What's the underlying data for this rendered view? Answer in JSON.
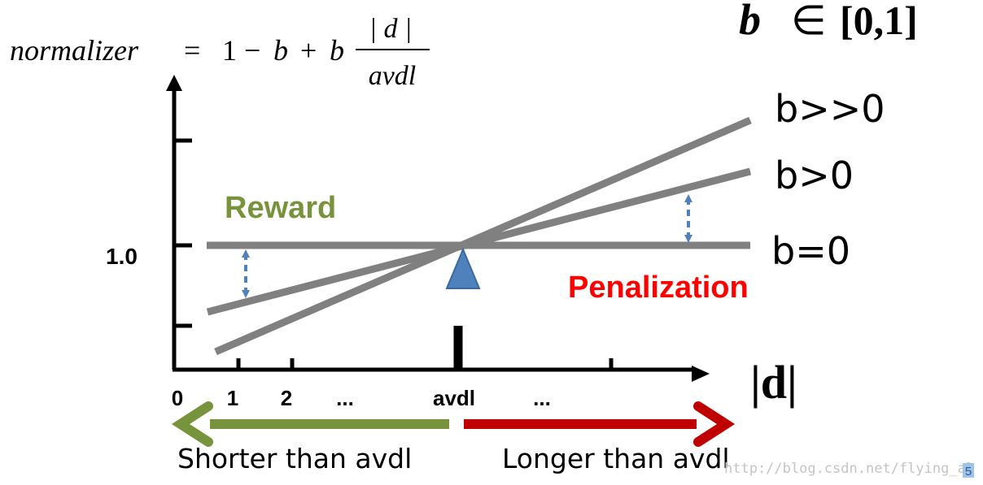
{
  "formula": {
    "lhs": "normalizer",
    "eq": "=",
    "one": "1",
    "minus": "−",
    "b1": "b",
    "plus": "+",
    "b2": "b",
    "numerator": "| d |",
    "denominator": "avdl"
  },
  "b_range": {
    "b": "b",
    "in": "∈",
    "interval": "[0,1]"
  },
  "y_axis": {
    "label_one": "1.0"
  },
  "x_axis": {
    "label": "|d|",
    "ticks": [
      "0",
      "1",
      "2",
      "...",
      "avdl",
      "..."
    ]
  },
  "curves": {
    "b_much_gt_0": "b>>0",
    "b_gt_0": "b>0",
    "b_eq_0": "b=0"
  },
  "annotations": {
    "reward": "Reward",
    "penalization": "Penalization"
  },
  "arrows": {
    "shorter": "Shorter than avdl",
    "longer": "Longer than avdl"
  },
  "watermark": {
    "text": "http://blog.csdn.net/flying_al",
    "page_number": "5"
  },
  "colors": {
    "line": "#808080",
    "axis": "#000000",
    "reward": "#77933c",
    "penalization": "#ff0000",
    "left_arrow": "#77933c",
    "right_arrow": "#c00000",
    "pivot": "#4f81bd",
    "dashed": "#4f81bd",
    "watermark": "#c8c8c8",
    "page_number_bg": "#9dc3e6"
  }
}
